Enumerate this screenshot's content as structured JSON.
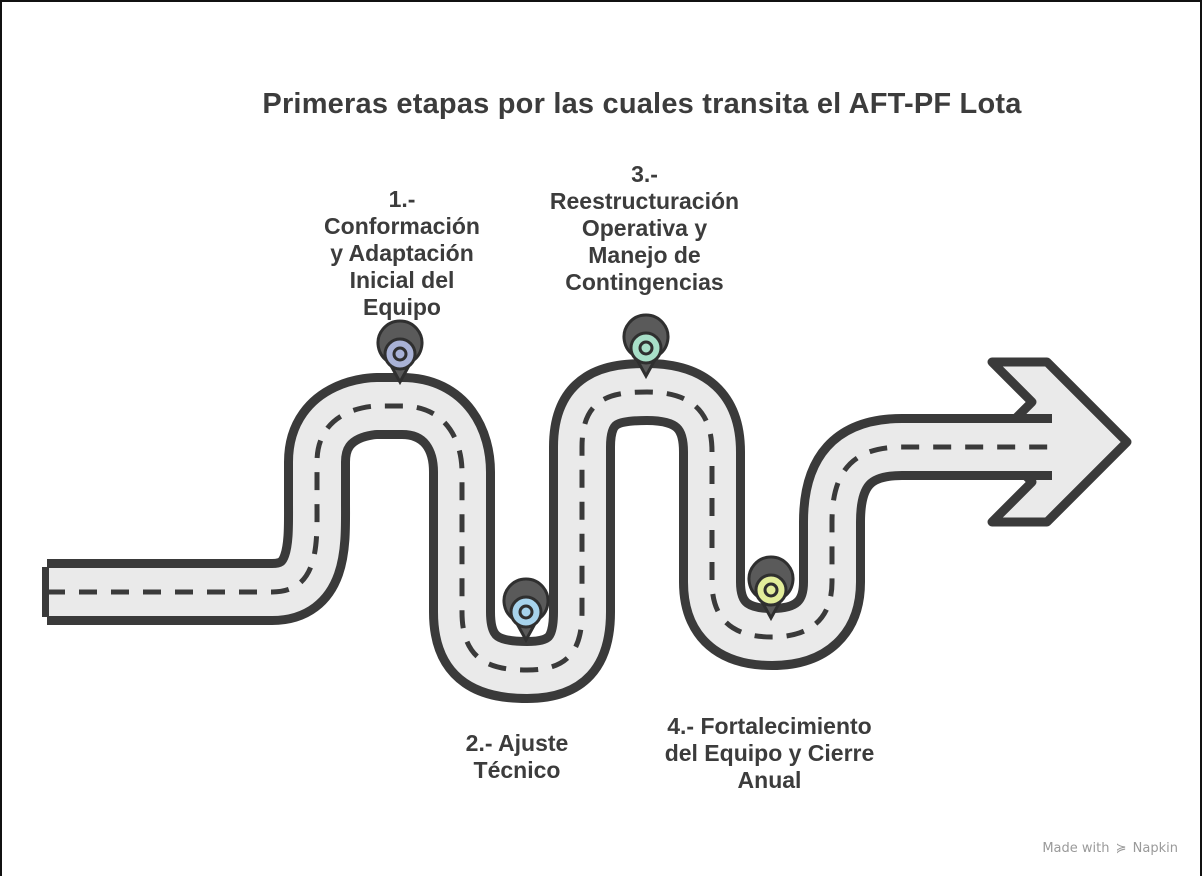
{
  "title": "Primeras etapas por las cuales transita el AFT-PF Lota",
  "stages": [
    {
      "label": "1.-\nConformación\ny Adaptación\nInicial del\nEquipo",
      "marker_color": "#a9b2d6"
    },
    {
      "label": "2.- Ajuste\nTécnico",
      "marker_color": "#a7d3ec"
    },
    {
      "label": "3.-\nReestructuración\nOperativa y\nManejo de\nContingencias",
      "marker_color": "#a8dfc8"
    },
    {
      "label": "4.- Fortalecimiento\ndel Equipo y Cierre\nAnual",
      "marker_color": "#e2ed9a"
    }
  ],
  "footer": {
    "prefix": "Made with",
    "icon": "napkin-logo-icon",
    "brand": "Napkin"
  },
  "colors": {
    "road_fill": "#eaeaea",
    "road_outline": "#3a3a3a",
    "text": "#3c3c3c"
  }
}
